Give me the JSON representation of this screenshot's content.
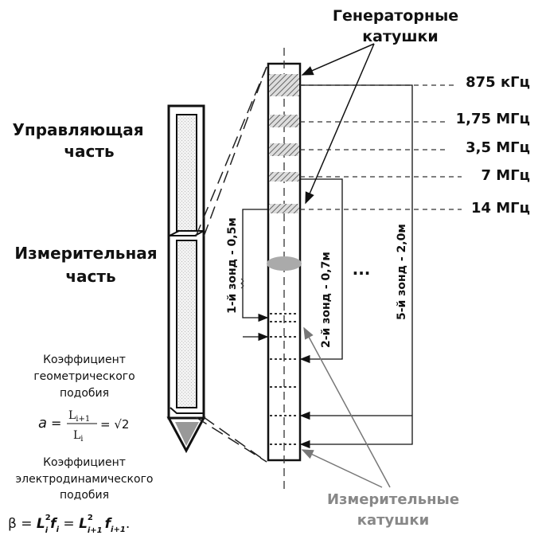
{
  "titles": {
    "generator_line1": "Генераторные",
    "generator_line2": "катушки",
    "control_line1": "Управляющая",
    "control_line2": "часть",
    "measuring_line1": "Измерительная",
    "measuring_line2": "часть",
    "meas_coils_line1": "Измерительные",
    "meas_coils_line2": "катушки"
  },
  "frequencies": [
    "875 кГц",
    "1,75 МГц",
    "3,5 МГц",
    "7 МГц",
    "14 МГц"
  ],
  "probes": {
    "probe1": "1-й зонд - 0,5м",
    "probe2": "2-й зонд - 0,7м",
    "probe5": "5-й зонд - 2,0м",
    "ellipsis": "..."
  },
  "formulas": {
    "geo_line1": "Коэффициент",
    "geo_line2": "геометрического",
    "geo_line3": "подобия",
    "a_symbol": "a",
    "equals": "=",
    "frac_num": "L",
    "frac_num_sub": "i+1",
    "frac_den": "L",
    "frac_den_sub": "i",
    "sqrt_part": "= √2",
    "ed_line1": "Коэффициент",
    "ed_line2": "электродинамического",
    "ed_line3": "подобия",
    "beta_text": "β = ",
    "beta_L1": "L",
    "beta_L1_sup": "2",
    "beta_L1_sub": "i",
    "beta_f1": "f",
    "beta_f1_sub": "i",
    "beta_eq": " = ",
    "beta_L2": "L",
    "beta_L2_sup": "2",
    "beta_L2_sub": "i+1",
    "beta_f2": "f",
    "beta_f2_sub": "i+1",
    "beta_end": "."
  }
}
